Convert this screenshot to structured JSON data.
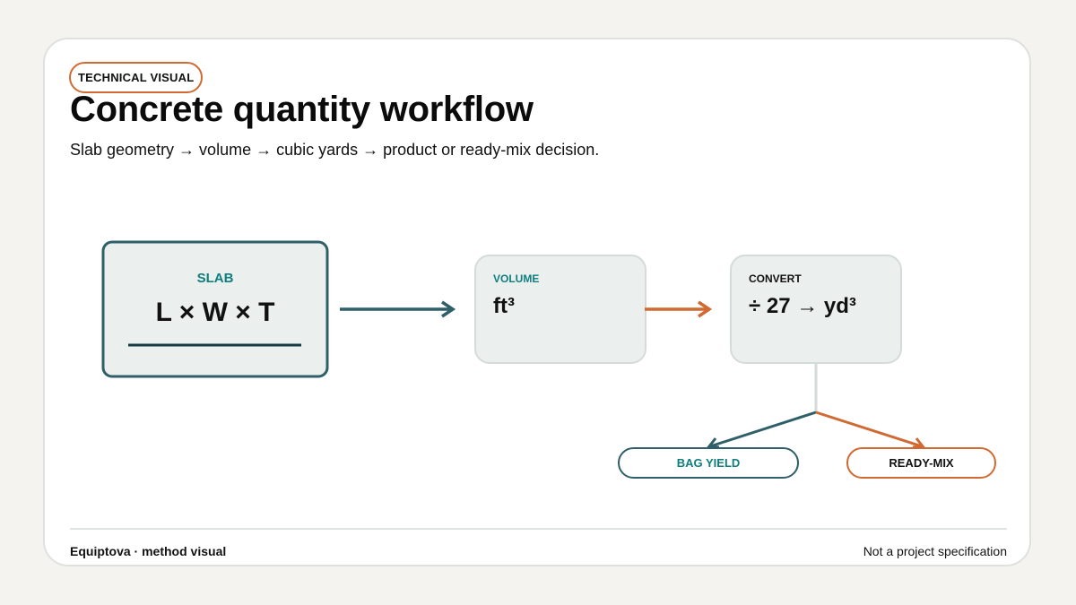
{
  "header": {
    "tag": "TECHNICAL VISUAL",
    "title": "Concrete quantity workflow",
    "subtitle": "Slab geometry → volume → cubic yards → product or ready-mix decision."
  },
  "diagram": {
    "slab": {
      "label": "SLAB",
      "formula": "L × W × T"
    },
    "volume": {
      "label": "VOLUME",
      "value": "ft³"
    },
    "convert": {
      "label": "CONVERT",
      "value": "÷ 27 → yd³"
    },
    "outcomes": {
      "bag_yield": "BAG YIELD",
      "ready_mix": "READY-MIX"
    },
    "colors": {
      "teal": "#2f5f68",
      "orange": "#d06a32",
      "label_teal": "#0e7e7e",
      "box_fill": "#ebefee"
    }
  },
  "footer": {
    "brand": "Equiptova · method visual",
    "disclaimer": "Not a project specification"
  }
}
